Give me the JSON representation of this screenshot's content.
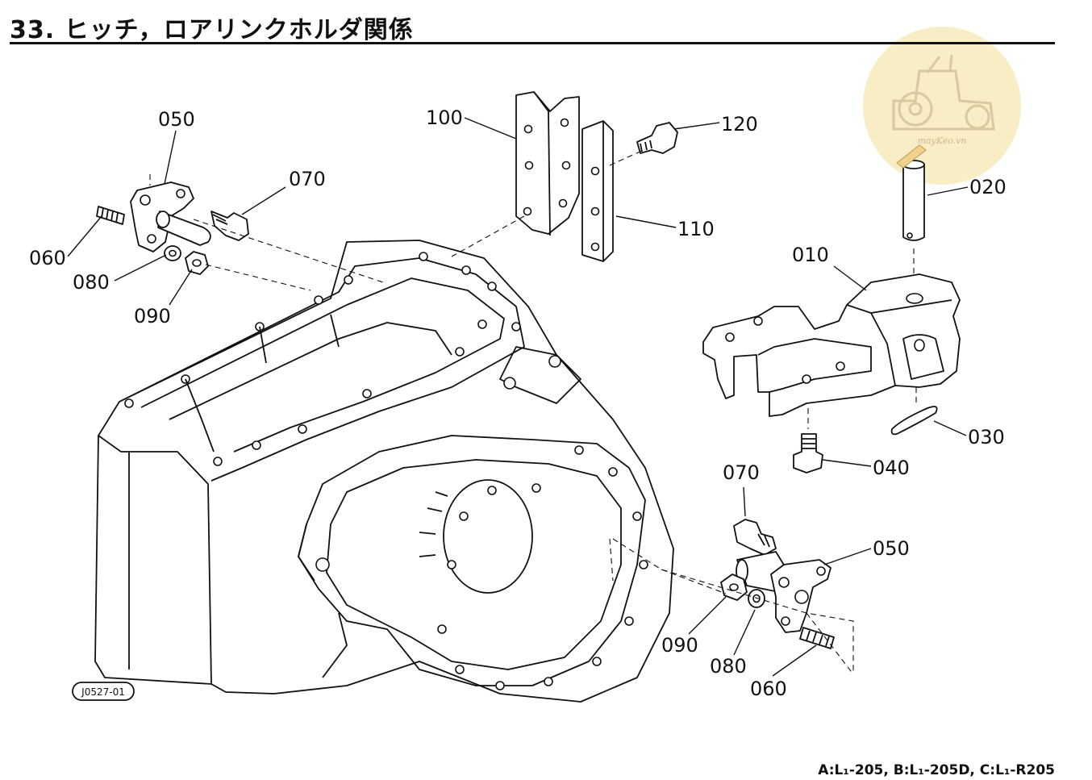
{
  "header": {
    "title": "33. ヒッチ，ロアリンクホルダ関係"
  },
  "watermark": {
    "text": "mayKeo.vn",
    "color": "#f6e9b5"
  },
  "callouts": {
    "p050_left": "050",
    "p070_left": "070",
    "p060_left": "060",
    "p080_left": "080",
    "p090_left": "090",
    "p100": "100",
    "p110": "110",
    "p120": "120",
    "p020": "020",
    "p010": "010",
    "p030": "030",
    "p040": "040",
    "p070_right": "070",
    "p050_right": "050",
    "p090_right": "090",
    "p080_right": "080",
    "p060_right": "060"
  },
  "drawing_code": "J0527-01",
  "model_note": "A:L₁-205, B:L₁-205D, C:L₁-R205"
}
